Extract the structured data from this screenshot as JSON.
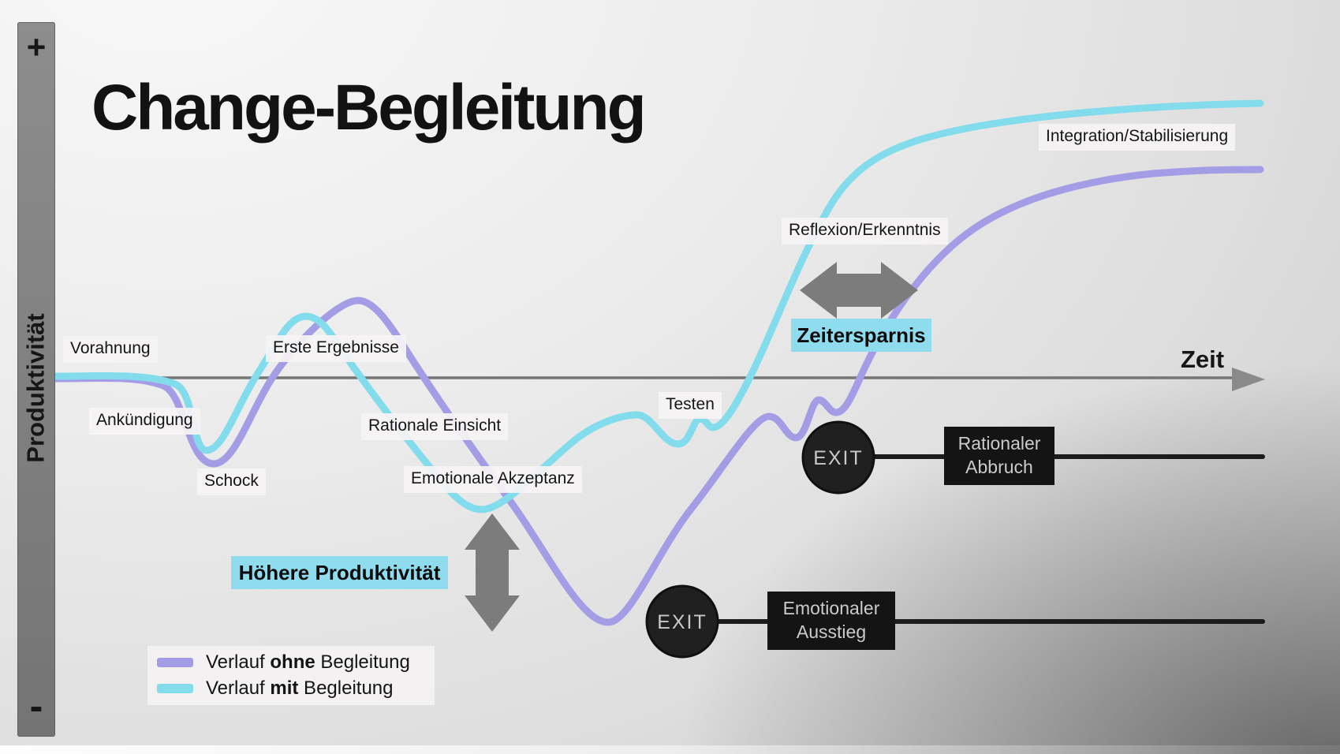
{
  "title": "Change-Begleitung",
  "y_axis": {
    "label": "Produktivität",
    "plus": "+",
    "minus": "-"
  },
  "x_axis": {
    "label": "Zeit"
  },
  "phases": [
    {
      "id": "vorahnung",
      "text": "Vorahnung"
    },
    {
      "id": "ankuendigung",
      "text": "Ankündigung"
    },
    {
      "id": "schock",
      "text": "Schock"
    },
    {
      "id": "erste-ergebnisse",
      "text": "Erste Ergebnisse"
    },
    {
      "id": "rationale-einsicht",
      "text": "Rationale Einsicht"
    },
    {
      "id": "emotionale-akzeptanz",
      "text": "Emotionale Akzeptanz"
    },
    {
      "id": "testen",
      "text": "Testen"
    },
    {
      "id": "reflexion-erkenntnis",
      "text": "Reflexion/Erkenntnis"
    },
    {
      "id": "integration-stabilisierung",
      "text": "Integration/Stabilisierung"
    }
  ],
  "highlights": {
    "time_saving": "Zeitersparnis",
    "higher_productivity": "Höhere Produktivität"
  },
  "exits": {
    "rational": {
      "circle_label": "EXIT",
      "lines": [
        "Rationaler",
        "Abbruch"
      ]
    },
    "emotional": {
      "circle_label": "EXIT",
      "lines": [
        "Emotionaler",
        "Ausstieg"
      ]
    }
  },
  "legend": {
    "items": [
      {
        "prefix": "Verlauf ",
        "emphasis": "ohne",
        "suffix": " Begleitung",
        "swatch": "#a49de6"
      },
      {
        "prefix": "Verlauf ",
        "emphasis": "mit",
        "suffix": " Begleitung",
        "swatch": "#82dcec"
      }
    ]
  },
  "colors": {
    "curve_without_support": "#a49de6",
    "curve_with_support": "#82dcec",
    "highlight_bg": "#8edcee",
    "label_bg": "#f5f2f3",
    "axis_gray": "#7a7a7a",
    "arrow_gray": "#7c7c7c",
    "exit_circle_bg": "#202020",
    "exit_box_bg": "#141414",
    "exit_text": "#cbcbcb",
    "exit_line": "#1c1c1c"
  }
}
